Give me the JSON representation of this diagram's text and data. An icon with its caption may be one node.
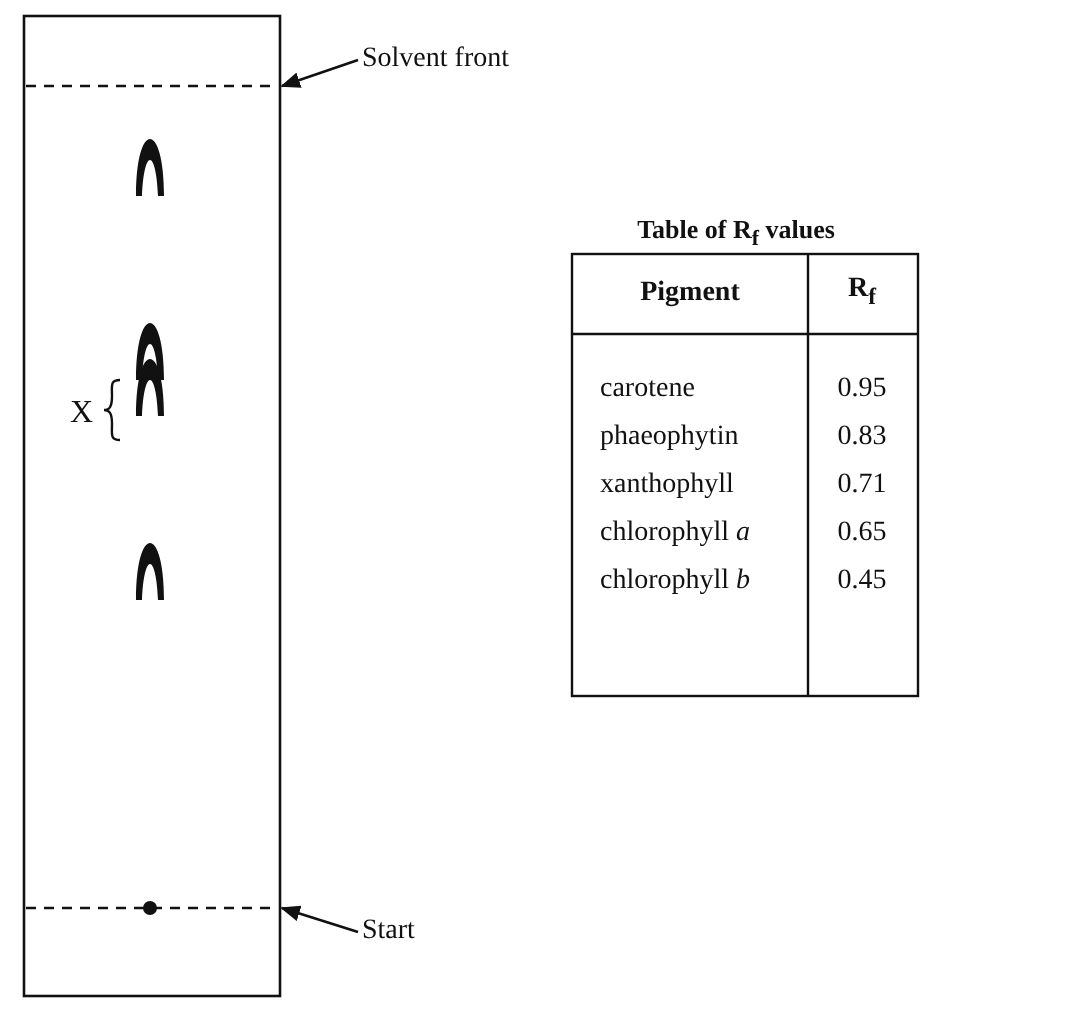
{
  "diagram": {
    "nodes": [
      {
        "text": [
          "Solvent front"
        ]
      },
      {
        "text": [],
        "shape": "line"
      },
      {
        "text": [
          "Start"
        ]
      },
      {
        "text": [],
        "shape": "line"
      }
    ],
    "edges": [
      {
        "from": 0,
        "to": 1,
        "arrow": "to"
      },
      {
        "from": 2,
        "to": 3,
        "arrow": "to"
      }
    ],
    "labels": [
      "X",
      "Table of R$_{f}$ values",
      "Pigment",
      "R$_{f}$",
      "carotene",
      "0.95",
      "phaeophytin",
      "0.83",
      "xanthophyll",
      "0.71",
      "chlorophyll *a*",
      "0.65",
      "chlorophyll *b*",
      "0.45"
    ]
  }
}
